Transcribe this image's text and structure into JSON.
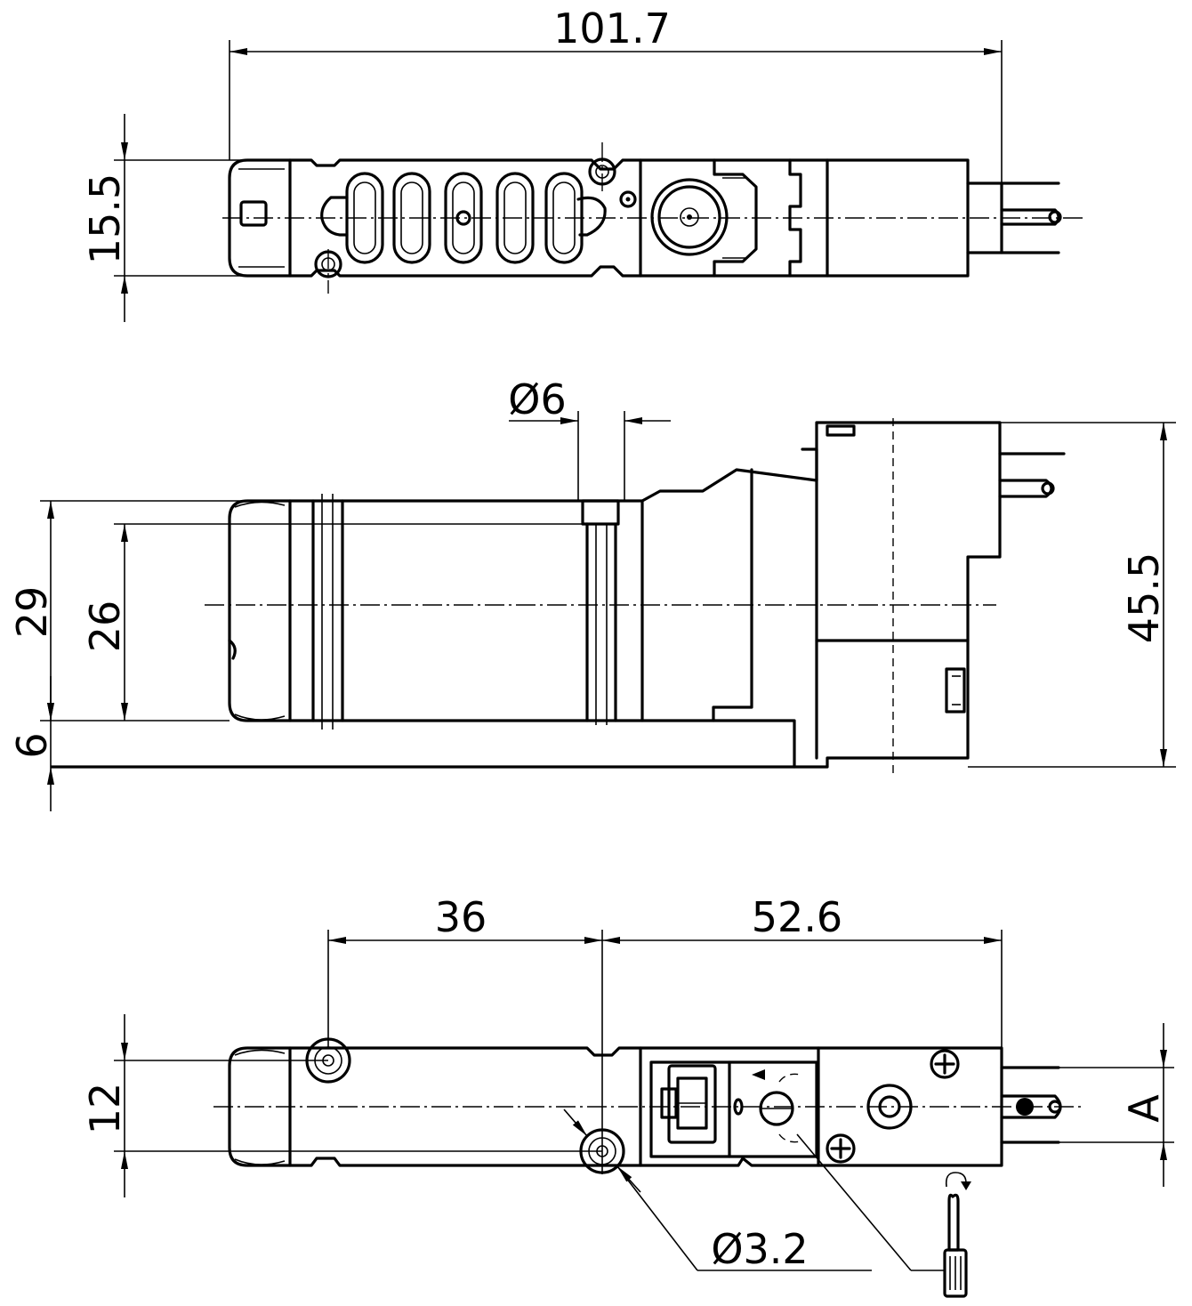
{
  "drawing": {
    "dimensions": {
      "overall_length": "101.7",
      "top_height": "15.5",
      "port_diameter": "Ø6",
      "height_29": "29",
      "height_26": "26",
      "base_6": "6",
      "total_height": "45.5",
      "hole_spacing": "36",
      "hole_to_end": "52.6",
      "hole_height": "12",
      "hole_diameter": "Ø3.2",
      "connector_dim": "A"
    },
    "colors": {
      "line": "#000000",
      "background": "#ffffff"
    },
    "icons": {
      "tool": "screwdriver-icon",
      "rotation": "rotate-arrow-icon"
    }
  }
}
